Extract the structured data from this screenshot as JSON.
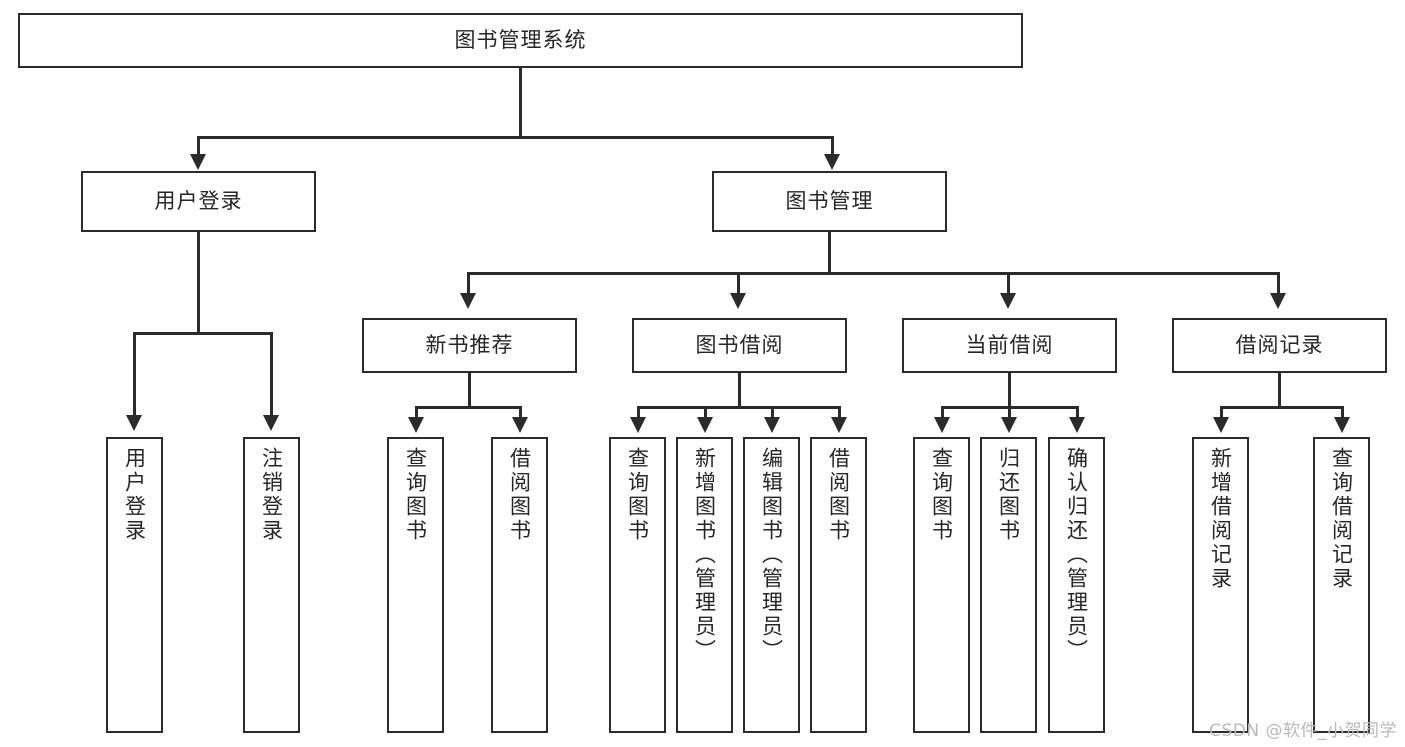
{
  "diagram": {
    "type": "tree",
    "title": "图书管理系统",
    "watermark": "CSDN @软件_小贺同学",
    "root": {
      "id": "root",
      "label": "图书管理系统"
    },
    "level1": [
      {
        "id": "user-login",
        "label": "用户登录"
      },
      {
        "id": "book-management",
        "label": "图书管理"
      }
    ],
    "level2": [
      {
        "id": "new-book-recommend",
        "label": "新书推荐",
        "parent": "book-management"
      },
      {
        "id": "book-borrow",
        "label": "图书借阅",
        "parent": "book-management"
      },
      {
        "id": "current-borrow",
        "label": "当前借阅",
        "parent": "book-management"
      },
      {
        "id": "borrow-record",
        "label": "借阅记录",
        "parent": "book-management"
      }
    ],
    "leaves": {
      "user-login": [
        {
          "id": "leaf-user-login",
          "label": "用户登录"
        },
        {
          "id": "leaf-user-logout",
          "label": "注销登录"
        }
      ],
      "new-book-recommend": [
        {
          "id": "leaf-query-book-1",
          "label": "查询图书"
        },
        {
          "id": "leaf-borrow-book-1",
          "label": "借阅图书"
        }
      ],
      "book-borrow": [
        {
          "id": "leaf-query-book-2",
          "label": "查询图书"
        },
        {
          "id": "leaf-add-book",
          "label": "新增图书（管理员）"
        },
        {
          "id": "leaf-edit-book",
          "label": "编辑图书（管理员）"
        },
        {
          "id": "leaf-borrow-book-2",
          "label": "借阅图书"
        }
      ],
      "current-borrow": [
        {
          "id": "leaf-query-book-3",
          "label": "查询图书"
        },
        {
          "id": "leaf-return-book",
          "label": "归还图书"
        },
        {
          "id": "leaf-confirm-return",
          "label": "确认归还（管理员）"
        }
      ],
      "borrow-record": [
        {
          "id": "leaf-add-record",
          "label": "新增借阅记录"
        },
        {
          "id": "leaf-query-record",
          "label": "查询借阅记录"
        }
      ]
    },
    "colors": {
      "stroke": "#2b2b2b",
      "fill": "#ffffff",
      "text": "#262626",
      "watermark": "#b9b9b9"
    }
  }
}
